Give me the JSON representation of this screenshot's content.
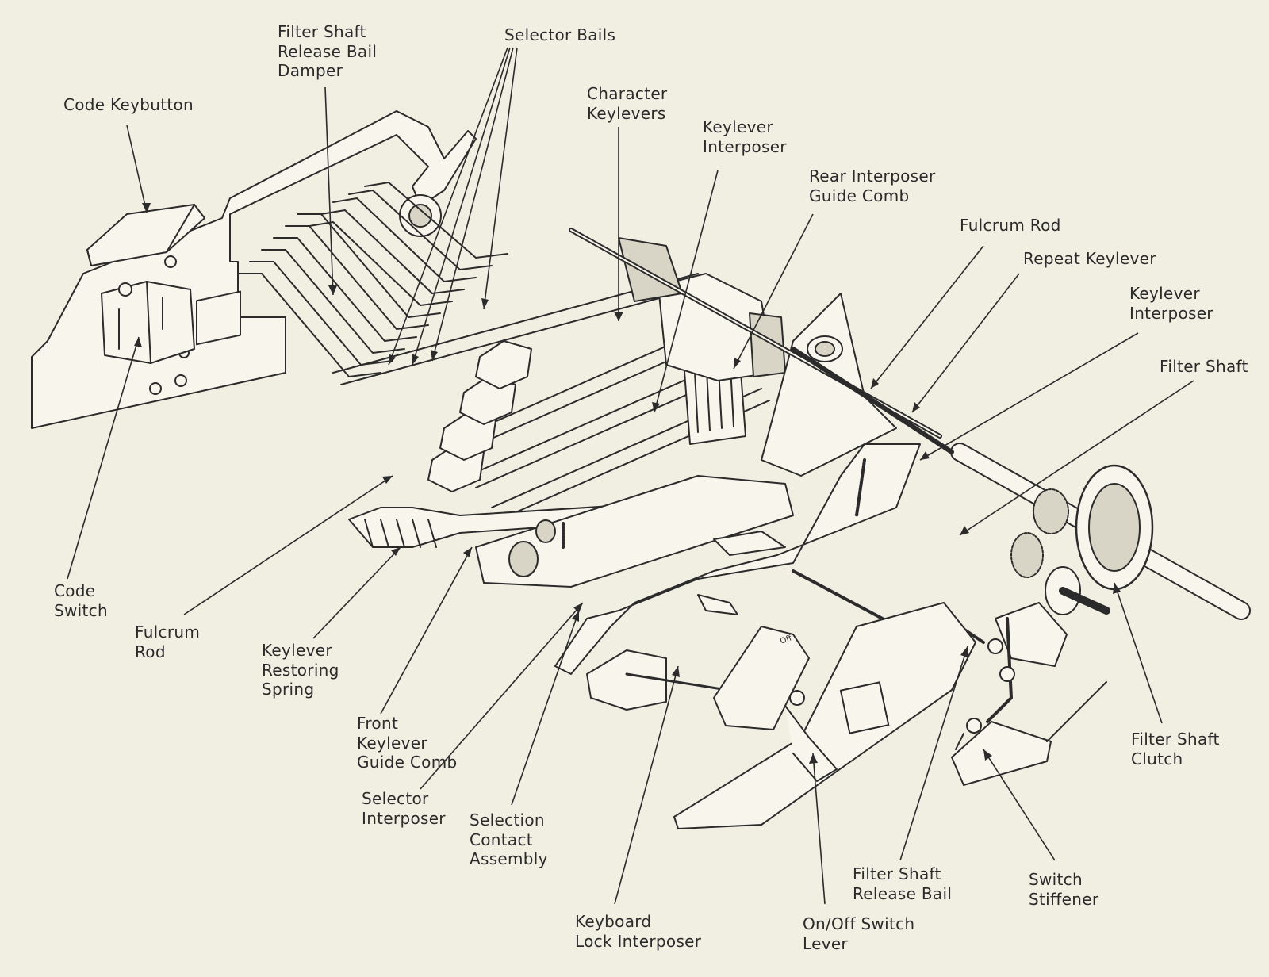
{
  "labels": {
    "code_keybutton": "Code Keybutton",
    "filter_shaft_release_bail_damper": "Filter Shaft\nRelease Bail\nDamper",
    "selector_bails": "Selector Bails",
    "character_keylevers": "Character\nKeylevers",
    "keylever_interposer_top": "Keylever\nInterposer",
    "rear_interposer_guide_comb": "Rear Interposer\nGuide Comb",
    "fulcrum_rod_right": "Fulcrum Rod",
    "repeat_keylever": "Repeat Keylever",
    "keylever_interposer_right": "Keylever\nInterposer",
    "filter_shaft": "Filter Shaft",
    "code_switch": "Code\nSwitch",
    "fulcrum_rod_left": "Fulcrum\nRod",
    "keylever_restoring_spring": "Keylever\nRestoring\nSpring",
    "front_keylever_guide_comb": "Front\nKeylever\nGuide Comb",
    "selector_interposer": "Selector\nInterposer",
    "selection_contact_assembly": "Selection\nContact\nAssembly",
    "keyboard_lock_interposer": "Keyboard\nLock Interposer",
    "on_off_switch_lever": "On/Off Switch\nLever",
    "filter_shaft_release_bail": "Filter Shaft\nRelease Bail",
    "switch_stiffener": "Switch\nStiffener",
    "filter_shaft_clutch": "Filter Shaft\nClutch"
  },
  "switch_marking": "Off",
  "colors": {
    "paper": "#f1eee2",
    "ink": "#2b2b2b",
    "metal": "#f7f5ec",
    "shade": "#d9d5c6"
  }
}
